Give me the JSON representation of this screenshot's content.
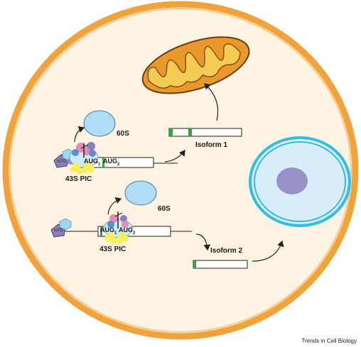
{
  "labels": {
    "ribosome_60s": "60S",
    "pic_43s": "43S PIC",
    "aug": "AUG",
    "aug_sub_1": "1",
    "aug_sub_2": "2",
    "isoform_1": "Isoform 1",
    "isoform_2": "Isoform 2",
    "cap": "m7G"
  },
  "credit": "Trends in Cell Biology",
  "colors": {
    "cell_membrane": "#f0a33c",
    "cell_fill": "#fdf3e2",
    "mitochondrion": "#e9992a",
    "mito_inner": "#f4cc55",
    "nucleus_ring": "#33bde0",
    "nucleus_fill": "#d8effb",
    "nucleolus": "#9a91c8",
    "ribosome_60s": "#b0dcf5",
    "start_codon": "#2aa845",
    "pic_yellow": "#f7ee5a",
    "pic_pink": "#e48bb5",
    "pic_blue": "#5e90c6",
    "pic_purple": "#8a7fbd"
  }
}
